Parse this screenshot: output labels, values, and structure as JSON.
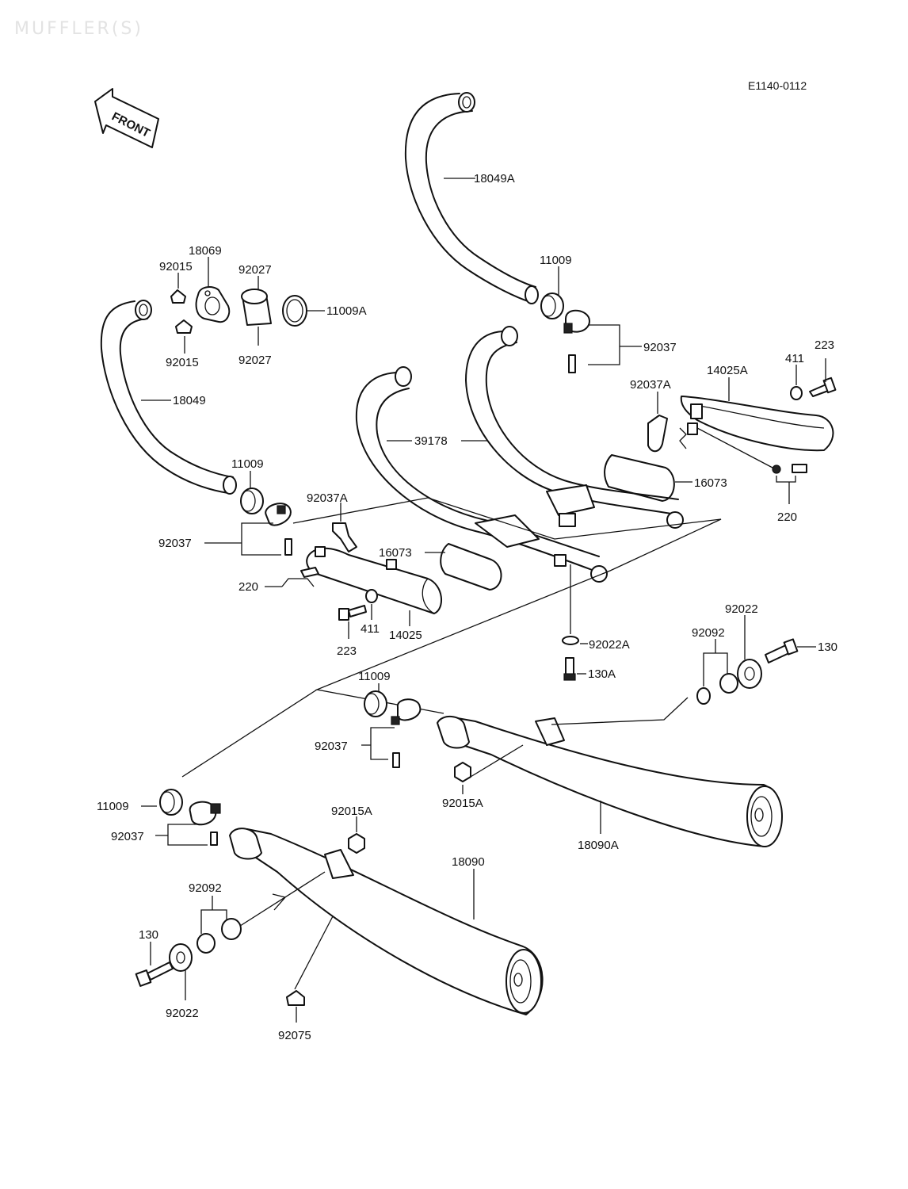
{
  "header": {
    "watermark": "MUFFLER(S)",
    "diagram_code": "E1140-0112",
    "front_arrow_text": "FRONT"
  },
  "labels": {
    "p18049A": "18049A",
    "p11009_top": "11009",
    "p92037_top": "92037",
    "p223_top": "223",
    "p411_top": "411",
    "p14025A": "14025A",
    "p92037A_right": "92037A",
    "p16073_right": "16073",
    "p220_right": "220",
    "p18069": "18069",
    "p92015_a": "92015",
    "p92015_b": "92015",
    "p92027_a": "92027",
    "p92027_b": "92027",
    "p11009A": "11009A",
    "p18049": "18049",
    "p39178": "39178",
    "p11009_left": "11009",
    "p92037A_left": "92037A",
    "p92037_left": "92037",
    "p16073_left": "16073",
    "p220_left": "220",
    "p223_left": "223",
    "p411_left": "411",
    "p14025": "14025",
    "p92022A": "92022A",
    "p130A": "130A",
    "p92022_right": "92022",
    "p92092_right": "92092",
    "p130_right": "130",
    "p11009_mid": "11009",
    "p92037_mid": "92037",
    "p92015A_right": "92015A",
    "p18090A": "18090A",
    "p11009_low": "11009",
    "p92037_low": "92037",
    "p92015A_left": "92015A",
    "p18090": "18090",
    "p92092_left": "92092",
    "p130_left": "130",
    "p92022_left": "92022",
    "p92075": "92075"
  }
}
